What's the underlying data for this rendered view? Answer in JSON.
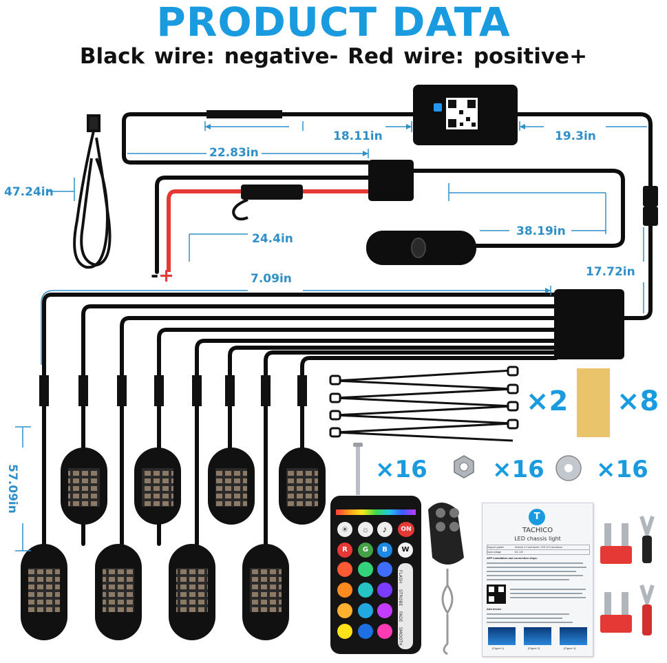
{
  "header": {
    "title": "PRODUCT DATA",
    "subtitle": "Black wire: negative-   Red wire: positive+"
  },
  "dimensions": {
    "extension_cable": "47.24in",
    "cable_18": "18.11in",
    "cable_19": "19.3in",
    "cable_22": "22.83in",
    "cable_24": "24.4in",
    "cable_38": "38.19in",
    "cable_17": "17.72in",
    "cable_7": "7.09in",
    "pod_cable": "57.09in"
  },
  "polarity": {
    "negative": "-",
    "positive": "+"
  },
  "accessories": {
    "zip_tie_qty": "×2",
    "adhesive_pad_qty": "×8",
    "screw_qty": "×16",
    "nut_qty": "×16",
    "washer_qty": "×16"
  },
  "remote": {
    "buttons": [
      {
        "label": "R",
        "color": "#e53935"
      },
      {
        "label": "G",
        "color": "#43a047"
      },
      {
        "label": "B",
        "color": "#1e88e5"
      },
      {
        "label": "W",
        "color": "#f2f2f2"
      }
    ],
    "side_labels": [
      "FLASH",
      "STROBE",
      "FADE",
      "SMOOTH"
    ],
    "on_label": "ON"
  },
  "manual": {
    "brand": "TACHICO",
    "product": "LED chassis light",
    "section_app": "APP installation and connection steps:",
    "section_device": "Add device",
    "spec_rows": [
      [
        "Support system",
        "Android 4.4 and above / iOS 10.0 and above"
      ],
      [
        "Input voltage",
        "DC 12V"
      ]
    ],
    "figures": [
      "(Figure 1)",
      "(Figure 2)",
      "(Figure 3)"
    ]
  },
  "colors": {
    "accent": "#1a9be0",
    "dimension_line": "#2f8fc9",
    "wire_black": "#0d0d0d",
    "wire_red": "#e53935"
  },
  "icons": [
    "bluetooth-icon",
    "qr-code-icon",
    "tachico-logo-icon",
    "music-note-icon",
    "sun-icon"
  ]
}
